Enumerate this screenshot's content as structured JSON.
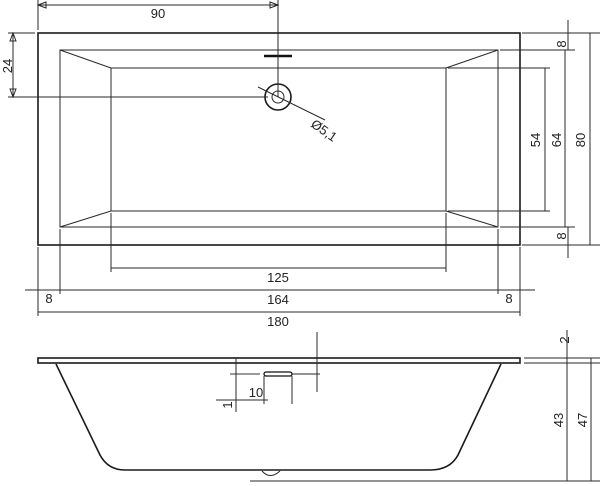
{
  "plan_view": {
    "dim_drain_from_left": "90",
    "dim_drain_from_top": "24",
    "dim_drain_diameter": "Ø5,1",
    "dim_rim_top": "8",
    "dim_inner_bottom_width": "54",
    "dim_inner_width": "64",
    "dim_outer_width": "80",
    "dim_rim_bottom": "8",
    "dim_inner_bottom_length": "125",
    "dim_rim_left": "8",
    "dim_inner_length": "164",
    "dim_rim_right": "8",
    "dim_outer_length": "180"
  },
  "side_view": {
    "dim_overflow_height": "1",
    "dim_overflow_width": "10",
    "dim_rim_thickness": "2",
    "dim_inner_depth": "43",
    "dim_total_height": "47"
  }
}
